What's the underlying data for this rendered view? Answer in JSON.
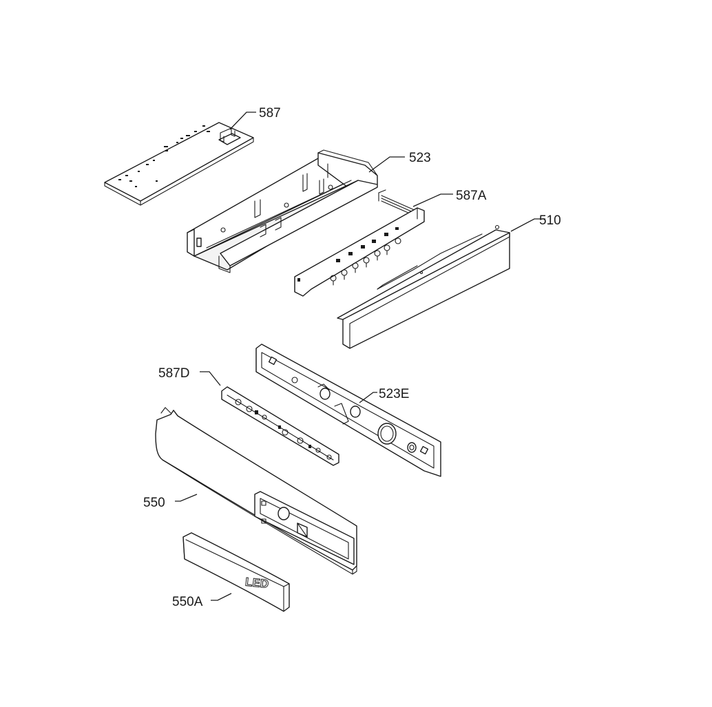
{
  "diagram": {
    "parts": [
      {
        "id": "587",
        "label": "587",
        "icon": "control-pcb-board"
      },
      {
        "id": "523",
        "label": "523",
        "icon": "pcb-housing-case"
      },
      {
        "id": "587A",
        "label": "587A",
        "icon": "switch-pcb-with-ribbon"
      },
      {
        "id": "510",
        "label": "510",
        "icon": "rail-cover"
      },
      {
        "id": "587D",
        "label": "587D",
        "icon": "led-pcb-strip"
      },
      {
        "id": "523E",
        "label": "523E",
        "icon": "front-bracket-frame"
      },
      {
        "id": "550",
        "label": "550",
        "icon": "front-cover-panel"
      },
      {
        "id": "550A",
        "label": "550A",
        "icon": "led-badge-plate"
      }
    ],
    "embossed_text": "LED"
  }
}
